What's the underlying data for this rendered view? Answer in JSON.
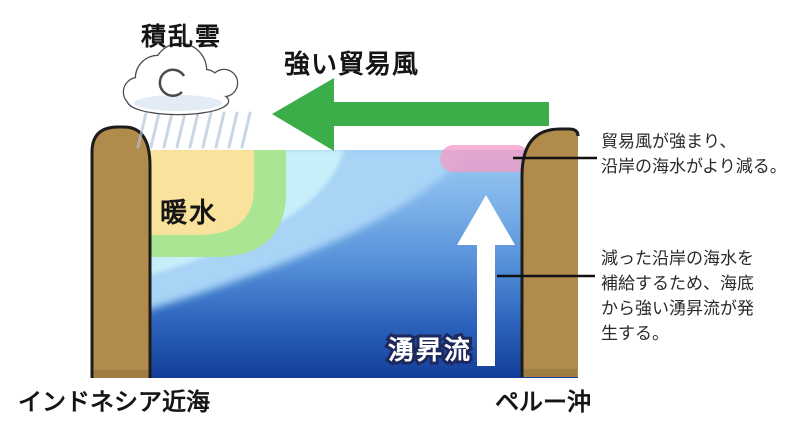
{
  "diagram": {
    "cloud_label": "積乱雲",
    "wind_label": "強い貿易風",
    "warm_water_label": "暖水",
    "upwelling_label": "湧昇流",
    "left_coast_label": "インドネシア近海",
    "right_coast_label": "ペルー沖",
    "callout_trade_wind": {
      "line1": "貿易風が強まり、",
      "line2": "沿岸の海水がより減る。"
    },
    "callout_upwelling": {
      "line1": "減った沿岸の海水を",
      "line2": "補給するため、海底",
      "line3": "から強い湧昇流が発",
      "line4": "生する。"
    },
    "colors": {
      "land": "#b18b4c",
      "land_outline": "#1c1c1c",
      "warm_water": "#f9e29c",
      "band_green": "#a9e593",
      "band_cyan": "#c7effa",
      "band_lightblue": "#a8d4f6",
      "sea_gradient_top": "#9bc9f2",
      "sea_gradient_bottom": "#123e9a",
      "trade_wind_arrow": "#3bae4a",
      "reduced_water_marker": "#f49cc6",
      "upwelling_arrow": "#ffffff",
      "rain": "#b0c1d6"
    }
  }
}
